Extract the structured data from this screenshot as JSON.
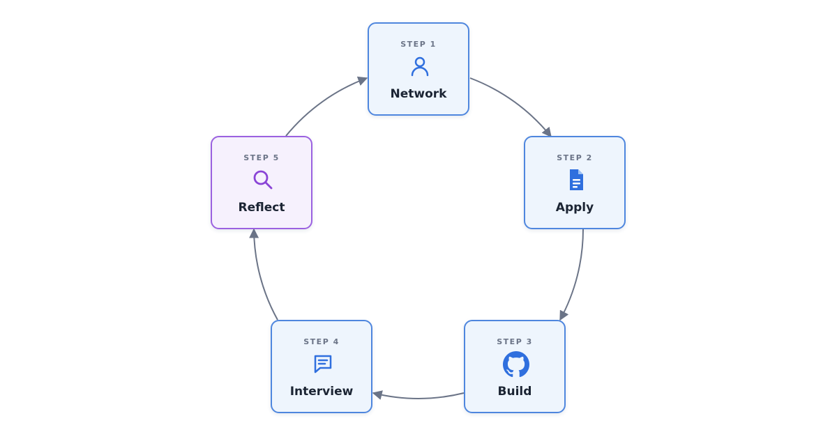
{
  "colors": {
    "card_border": "#4e86de",
    "card_fill": "#eef5fd",
    "accent_border": "#9b61e0",
    "accent_fill": "#f6f1fd",
    "icon_blue": "#2f6fde",
    "icon_purple": "#8a44d6",
    "arrow": "#6b7487",
    "label": "#6b7487",
    "title": "#1b2433"
  },
  "steps": [
    {
      "label": "STEP 1",
      "title": "Network",
      "icon": "user-icon"
    },
    {
      "label": "STEP 2",
      "title": "Apply",
      "icon": "document-icon"
    },
    {
      "label": "STEP 3",
      "title": "Build",
      "icon": "github-icon"
    },
    {
      "label": "STEP 4",
      "title": "Interview",
      "icon": "chat-icon"
    },
    {
      "label": "STEP 5",
      "title": "Reflect",
      "icon": "search-icon"
    }
  ]
}
